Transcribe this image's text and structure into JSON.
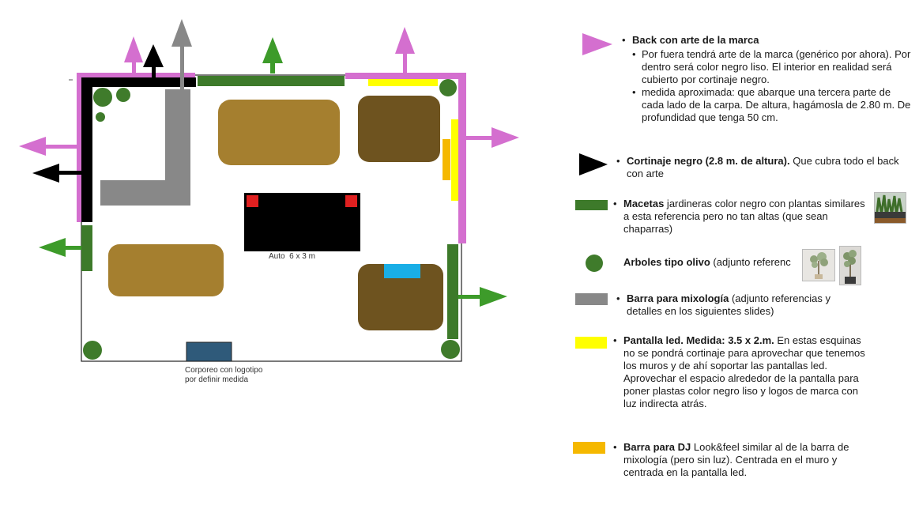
{
  "plan": {
    "car_label": "Auto  6 x 3 m",
    "logo_label_line1": "Corporeo con logotipo",
    "logo_label_line2": "por definir medida"
  },
  "colors": {
    "pink": "#d46fcf",
    "black": "#000000",
    "green": "#3d7a2a",
    "olive": "#3f7b2b",
    "grey": "#888888",
    "yellow": "#ffff00",
    "orange": "#f5b800",
    "tan": "#a57f2f",
    "brown": "#6e531f",
    "red": "#e02020",
    "cyan": "#19aee6",
    "blue": "#2f5a7a"
  },
  "legend": [
    {
      "id": "back",
      "title": "Back con arte de la marca",
      "details": [
        "Por fuera tendrá arte de la marca (genérico por ahora). Por dentro será color negro liso. El interior en realidad será cubierto por cortinaje negro.",
        "medida aproximada: que abarque una tercera parte de cada lado de la carpa. De altura, hagámosla de 2.80 m. De profundidad que tenga 50 cm."
      ]
    },
    {
      "id": "cortinaje",
      "title": "Cortinaje negro (2.8 m. de altura).",
      "rest": " Que cubra todo el back con arte"
    },
    {
      "id": "macetas",
      "title": "Macetas",
      "rest": " jardineras color negro con plantas similares a esta referencia pero no tan altas (que sean chaparras)"
    },
    {
      "id": "arboles",
      "title": "Arboles tipo olivo",
      "rest": " (adjunto referenc"
    },
    {
      "id": "barra",
      "title": "Barra para mixología",
      "rest": " (adjunto referencias y detalles en los siguientes slides)"
    },
    {
      "id": "pantalla",
      "title": "Pantalla led. Medida: 3.5 x 2.m.",
      "rest": " En estas esquinas no se pondrá cortinaje para aprovechar que tenemos los muros y de ahí soportar las pantallas led. Aprovechar el espacio alrededor de la pantalla para poner plastas color negro liso y logos de marca con luz indirecta atrás."
    },
    {
      "id": "dj",
      "title": "Barra para DJ",
      "rest": " Look&feel similar al de la barra de mixología (pero sin luz). Centrada en el muro y centrada en la pantalla led."
    }
  ]
}
